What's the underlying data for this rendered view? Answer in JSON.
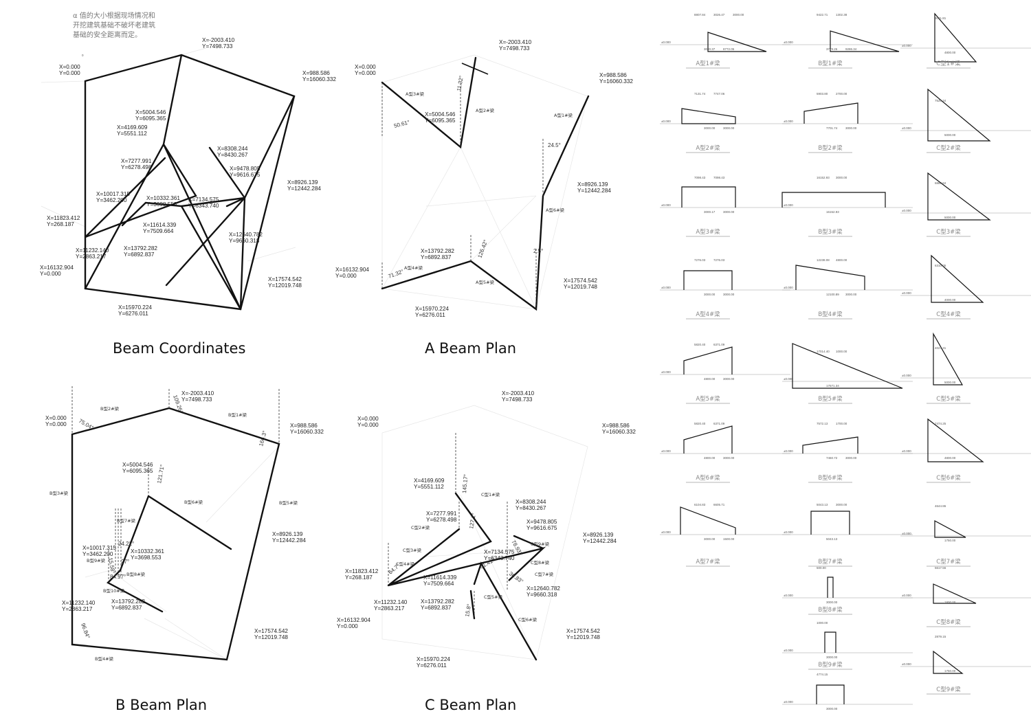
{
  "note_lines": [
    "α 值的大小根据现场情况和",
    "开挖建筑基础不破坏老建筑",
    "基础的安全距离而定。"
  ],
  "panel_titles": {
    "coordinates": "Beam Coordinates",
    "a_plan": "A Beam Plan",
    "b_plan": "B Beam Plan",
    "c_plan": "C Beam Plan"
  },
  "points": {
    "p1": {
      "x": "X=0.000",
      "y": "Y=0.000"
    },
    "p2": {
      "x": "X=-2003.410",
      "y": "Y=7498.733"
    },
    "p3": {
      "x": "X=988.586",
      "y": "Y=16060.332"
    },
    "p4": {
      "x": "X=5004.546",
      "y": "Y=6095.365"
    },
    "p5": {
      "x": "X=4169.609",
      "y": "Y=5551.112"
    },
    "p6": {
      "x": "X=8308.244",
      "y": "Y=8430.267"
    },
    "p7": {
      "x": "X=7277.991",
      "y": "Y=6278.498"
    },
    "p8": {
      "x": "X=9478.805",
      "y": "Y=9616.675"
    },
    "p9": {
      "x": "X=8926.139",
      "y": "Y=12442.284"
    },
    "p10": {
      "x": "X=10017.315",
      "y": "Y=3462.200"
    },
    "p11": {
      "x": "X=10332.361",
      "y": "Y=3698.553"
    },
    "p12": {
      "x": "X=7134.575",
      "y": "Y=6343.740"
    },
    "p13": {
      "x": "X=11823.412",
      "y": "Y=268.187"
    },
    "p14": {
      "x": "X=11614.339",
      "y": "Y=7509.664"
    },
    "p15": {
      "x": "X=12640.782",
      "y": "Y=9660.318"
    },
    "p16": {
      "x": "X=11232.140",
      "y": "Y=2863.217"
    },
    "p17": {
      "x": "X=13792.282",
      "y": "Y=6892.837"
    },
    "p18": {
      "x": "X=16132.904",
      "y": "Y=0.000"
    },
    "p19": {
      "x": "X=17574.542",
      "y": "Y=12019.748"
    },
    "p20": {
      "x": "X=15970.224",
      "y": "Y=6276.011"
    }
  },
  "a_plan": {
    "beams": [
      "A型1#梁",
      "A型2#梁",
      "A型3#梁",
      "A型4#梁",
      "A型5#梁",
      "A型6#梁"
    ],
    "angles": [
      "11.32°",
      "50.61°",
      "24.5°",
      "126.42°",
      "71.32°",
      "2.5°"
    ]
  },
  "b_plan": {
    "beams": [
      "B型1#梁",
      "B型2#梁",
      "B型3#梁",
      "B型4#梁",
      "B型5#梁",
      "B型6#梁",
      "B型7#梁",
      "B型8#梁",
      "B型9#梁",
      "B型10#梁"
    ],
    "angles": [
      "75.04°",
      "109.26°",
      "166.3°",
      "121.71°",
      "96.84°",
      "24.22°",
      "15.58°",
      "27°",
      "84.97°"
    ]
  },
  "c_plan": {
    "beams": [
      "C型1#梁",
      "C型2#梁",
      "C型3#梁",
      "C型4#梁",
      "C型5#梁",
      "C型6#梁",
      "C型7#梁",
      "C型8#梁",
      "C型9#梁"
    ],
    "angles": [
      "145.17°",
      "127.1°",
      "78.93°",
      "61.41°",
      "64.7°",
      "36.83°",
      "15.8°"
    ]
  },
  "details": {
    "A": [
      {
        "label": "A型1#梁",
        "dims": [
          "8807.84",
          "3030.37",
          "3026.47",
          "8772.05",
          "3000.00"
        ]
      },
      {
        "label": "A型2#梁",
        "dims": [
          "7131.74",
          "3000.00",
          "7747.06",
          "3000.00"
        ]
      },
      {
        "label": "A型3#梁",
        "dims": [
          "7098.43",
          "3000.17",
          "7098.43",
          "3000.00"
        ]
      },
      {
        "label": "A型4#梁",
        "dims": [
          "7276.03",
          "3000.00",
          "7276.03",
          "3000.00"
        ]
      },
      {
        "label": "A型5#梁",
        "dims": [
          "5820.40",
          "4800.00",
          "6371.09",
          "3000.00"
        ]
      },
      {
        "label": "A型6#梁",
        "dims": [
          "5820.40",
          "4800.00",
          "6371.09",
          "3000.00"
        ]
      },
      {
        "label": "A型7#梁",
        "dims": [
          "6104.83",
          "3000.00",
          "6605.71",
          "1500.00"
        ]
      }
    ],
    "B": [
      {
        "label": "B型1#梁",
        "dims": [
          "9422.71",
          "3779.26",
          "1302.38",
          "9286.34"
        ]
      },
      {
        "label": "B型2#梁",
        "dims": [
          "5903.80",
          "7701.74",
          "2700.00",
          "3000.00"
        ]
      },
      {
        "label": "B型3#梁",
        "dims": [
          "16152.93",
          "16152.93",
          "3000.00"
        ]
      },
      {
        "label": "B型4#梁",
        "dims": [
          "12238.08",
          "12100.89",
          "4800.00",
          "3000.00"
        ]
      },
      {
        "label": "B型5#梁",
        "dims": [
          "17014.40",
          "17571.34",
          "1000.00"
        ]
      },
      {
        "label": "B型6#梁",
        "dims": [
          "7572.13",
          "7460.72",
          "1700.00",
          "3000.00"
        ]
      },
      {
        "label": "B型7#梁",
        "dims": [
          "5043.13",
          "5043.13",
          "3000.00"
        ]
      },
      {
        "label": "B型8#梁",
        "dims": [
          "500.00",
          "3000.00"
        ]
      },
      {
        "label": "B型9#梁",
        "dims": [
          "1000.00",
          "3000.00"
        ]
      },
      {
        "label": "",
        "dims": [
          "4774.15",
          "3000.00"
        ]
      }
    ],
    "C": [
      {
        "label": "C型1#梁",
        "dims": [
          "3041.81",
          "4800.00"
        ]
      },
      {
        "label": "C型2#梁",
        "dims": [
          "7520.34",
          "5000.00"
        ]
      },
      {
        "label": "C型3#梁",
        "dims": [
          "6880.84",
          "5000.00"
        ]
      },
      {
        "label": "C型4#梁",
        "dims": [
          "6310.05",
          "4000.00"
        ]
      },
      {
        "label": "C型5#梁",
        "dims": [
          "4027.31",
          "5000.00"
        ]
      },
      {
        "label": "C型6#梁",
        "dims": [
          "7474.25",
          "4800.00"
        ]
      },
      {
        "label": "C型7#梁",
        "dims": [
          "4644.86",
          "1750.00"
        ]
      },
      {
        "label": "C型8#梁",
        "dims": [
          "5617.56",
          "1800.00"
        ]
      },
      {
        "label": "C型9#梁",
        "dims": [
          "2879.15",
          "1750.00"
        ]
      }
    ],
    "ground": "±0.000"
  }
}
